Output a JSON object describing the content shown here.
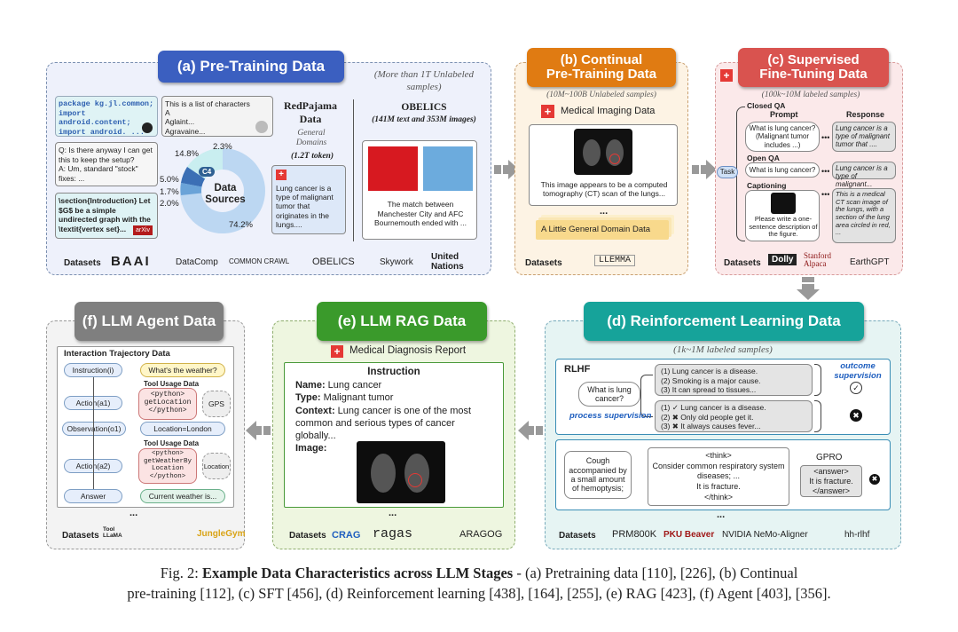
{
  "panel_a": {
    "title": "(a) Pre-Training Data",
    "more_than": "(More than 1T Unlabeled samples)",
    "code_lines": [
      "package kg.jl.common;",
      "import android.content;",
      "import android. ..."
    ],
    "qa_q": "Q: Is there anyway I can get this to keep the setup?",
    "qa_a": "A: Um, standard \"stock\" fixes: ...",
    "latex_text": "\\section{Introduction} Let $G$ be a simple undirected graph with the \\textit{vertex set}...",
    "wiki_text": "This is a list of characters",
    "wiki_names": [
      "A",
      "Aglaint...",
      "Agravaine..."
    ],
    "pie_labels": [
      "2.3%",
      "14.8%",
      "5.0%",
      "1.7%",
      "2.0%",
      "74.2%"
    ],
    "pie_center": "Data Sources",
    "pie_c4": "C4",
    "redpajama_title": "RedPajama Data",
    "redpajama_sub": "General Domains",
    "redpajama_tokens": "(1.2T token)",
    "lung_text": "Lung cancer is a type of malignant tumor that originates in the lungs....",
    "obelics_title": "OBELICS",
    "obelics_sub": "(141M text and 353M images)",
    "match_text": "The match between Manchester City and AFC Bournemouth ended with ...",
    "datasets_label": "Datasets",
    "logos": [
      "BAAI",
      "DataComp",
      "COMMON CRAWL",
      "OBELICS",
      "Skywork",
      "United Nations"
    ]
  },
  "panel_b": {
    "title_line1": "(b) Continual",
    "title_line2": "Pre-Training Data",
    "sub": "(10M~100B Unlabeled samples)",
    "medical_label": "Medical Imaging Data",
    "ct_caption": "This image appears to be a computed tomography (CT) scan of the lungs...",
    "ellipsis": "...",
    "general": "A Little General Domain Data",
    "datasets_label": "Datasets",
    "logos": [
      "LLEMMA"
    ]
  },
  "panel_c": {
    "title_line1": "(c) Supervised",
    "title_line2": "Fine-Tuning Data",
    "sub": "(100k~10M labeled samples)",
    "closed_qa": "Closed QA",
    "prompt_h": "Prompt",
    "response_h": "Response",
    "closed_prompt": "What is lung cancer? (Malignant tumor includes ...)",
    "closed_resp": "Lung cancer is a type of malignant tumor that ....",
    "open_qa": "Open QA",
    "open_prompt": "What is lung cancer?",
    "open_resp": "Lung cancer is a type of malignant...",
    "captioning": "Captioning",
    "cap_prompt": "Please write a one-sentence description of the figure.",
    "cap_resp": "This is a medical CT scan image of the lungs, with a section of the lung area circled in red, ...",
    "task": "Task",
    "datasets_label": "Datasets",
    "logos": [
      "Dolly",
      "Stanford Alpaca",
      "EarthGPT"
    ]
  },
  "panel_d": {
    "title": "(d) Reinforcement Learning Data",
    "sub": "(1k~1M labeled samples)",
    "rlhf": "RLHF",
    "question": "What is lung cancer?",
    "outcome_steps": [
      "(1)    Lung cancer is a disease.",
      "(2)    Smoking is a major cause.",
      "(3)    It can spread to tissues..."
    ],
    "outcome_label": "outcome supervision",
    "process_label": "process supervision",
    "process_steps": [
      "(1) ✓ Lung cancer is a disease.",
      "(2) ✖ Only old people get it.",
      "(3) ✖ It always causes fever..."
    ],
    "symptom": "Cough accompanied by a small amount of hemoptysis;",
    "think_open": "<think>",
    "think_body": "Consider common respiratory system diseases; ...",
    "think_fracture": "It is fracture.",
    "think_close": "</think>",
    "grpo": "GPRO",
    "answer_open": "<answer>",
    "answer_body": "It is fracture.",
    "answer_close": "</answer>",
    "ellipsis": "...",
    "datasets_label": "Datasets",
    "logos": [
      "PRM800K",
      "PKU Beaver",
      "NVIDIA NeMo-Aligner",
      "hh-rlhf"
    ]
  },
  "panel_e": {
    "title": "(e) LLM RAG Data",
    "report": "Medical Diagnosis Report",
    "instruction": "Instruction",
    "name_k": "Name:",
    "name_v": " Lung cancer",
    "type_k": "Type:",
    "type_v": " Malignant tumor",
    "context_k": "Context:",
    "context_v": " Lung cancer is one of the most common and serious types of cancer globally...",
    "image_k": "Image:",
    "ellipsis": "...",
    "datasets_label": "Datasets",
    "logos": [
      "CRAG",
      "ragas",
      "ARAGOG"
    ]
  },
  "panel_f": {
    "title": "(f) LLM Agent Data",
    "traj": "Interaction Trajectory Data",
    "instruction": "Instruction(i)",
    "weather_q": "What's the weather?",
    "tool_usage": "Tool Usage Data",
    "action1": "Action(a1)",
    "python_open": "<python>",
    "get_location": "getLocation",
    "python_close": "</python>",
    "gps": "GPS",
    "observation": "Observation(o1)",
    "location": "Location=London",
    "action2": "Action(a2)",
    "get_weather": "getWeatherBy Location",
    "location_tool": "Location",
    "answer": "Answer",
    "current": "Current weather is...",
    "ellipsis": "...",
    "datasets_label": "Datasets",
    "logos": [
      "Tool LLaMA",
      "JungleGym"
    ]
  },
  "caption": {
    "prefix": "Fig. 2: ",
    "bold": "Example Data Characteristics across LLM Stages",
    "rest1": " - (a) Pretraining data [110], [226], (b) Continual",
    "line2": "pre-training [112], (c) SFT [456], (d) Reinforcement learning [438], [164], [255], (e) RAG [423], (f) Agent [403], [356]."
  },
  "colors": {
    "a": "#3b5fc0",
    "b": "#e07b12",
    "c": "#d9534f",
    "d": "#16a39a",
    "e": "#3a9a2b",
    "f": "#7f7f7f"
  }
}
